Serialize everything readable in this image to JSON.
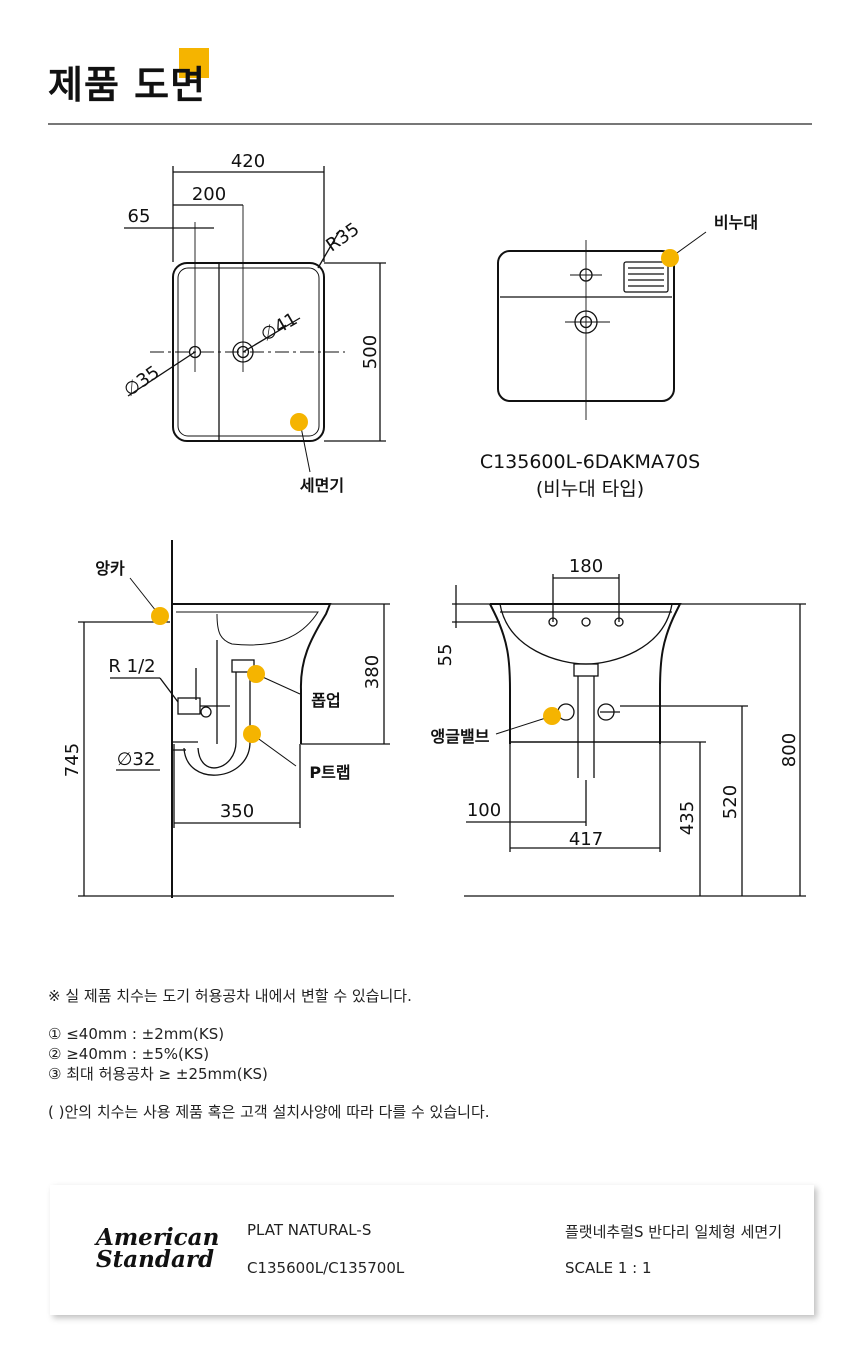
{
  "header": {
    "title": "제품 도면",
    "accent_color": "#f5b400"
  },
  "drawings": {
    "top_view": {
      "dims": {
        "d420": "420",
        "d200": "200",
        "d65": "65",
        "r35": "R35",
        "d500": "500",
        "d41": "∅41",
        "d35": "∅35"
      },
      "callout_basin": "세면기"
    },
    "soap_variant": {
      "callout_soap": "비누대",
      "model_code": "C135600L-6DAKMA70S",
      "model_subtitle": "(비누대 타입)"
    },
    "side_view": {
      "dims": {
        "r12": "R 1/2",
        "d32": "∅32",
        "d745": "745",
        "d380": "380",
        "d350": "350"
      },
      "callout_anchor": "앙카",
      "callout_popup": "폽업",
      "callout_ptrap": "P트랩"
    },
    "front_view": {
      "dims": {
        "d180": "180",
        "d55": "55",
        "d100": "100",
        "d417": "417",
        "d435": "435",
        "d520": "520",
        "d800": "800"
      },
      "callout_valve": "앵글밸브"
    }
  },
  "notes": {
    "disclaimer": "※ 실 제품 치수는 도기 허용공차 내에서 변할 수 있습니다.",
    "tolerance_1": "①  ≤40mm : ±2mm(KS)",
    "tolerance_2": "②  ≥40mm : ±5%(KS)",
    "tolerance_3": "③ 최대 허용공차 ≥ ±25mm(KS)",
    "parenthesis_note": "( )안의 치수는 사용 제품 혹은 고객 설치사양에 따라 다를 수 있습니다."
  },
  "footer": {
    "logo_line1": "American",
    "logo_line2": "Standard",
    "product_name": "PLAT NATURAL-S",
    "product_codes": "C135600L/C135700L",
    "product_desc": "플랫네추럴S 반다리 일체형 세면기",
    "scale": "SCALE 1 : 1"
  }
}
